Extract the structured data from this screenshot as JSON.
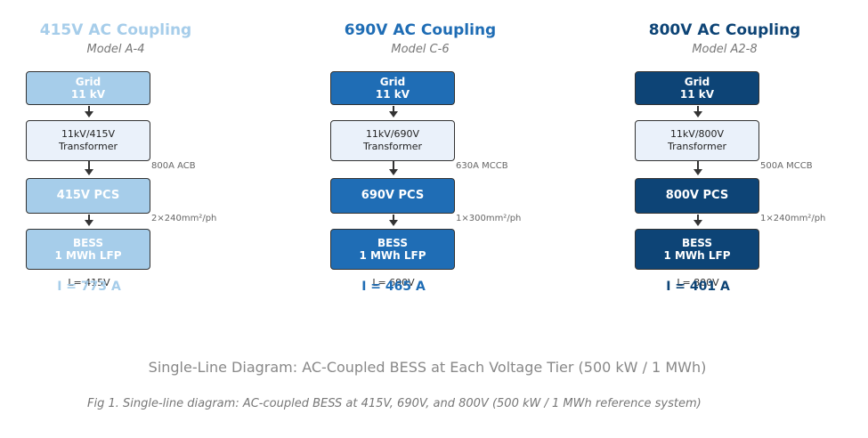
{
  "columns": [
    {
      "title": "415V AC Coupling",
      "model": "Model A-4",
      "color": "#a6cdea",
      "text_color": "#ffffff",
      "grid": {
        "line1": "Grid",
        "line2": "11 kV"
      },
      "transformer": {
        "line1": "11kV/415V",
        "line2": "Transformer"
      },
      "breaker": "800A ACB",
      "pcs": "415V PCS",
      "cable": "2×240mm²/ph",
      "bess": {
        "line1": "BESS",
        "line2": "1 MWh LFP"
      },
      "current": "I = 773 A",
      "voltage": "L= 415V"
    },
    {
      "title": "690V AC Coupling",
      "model": "Model C-6",
      "color": "#1f6db5",
      "text_color": "#ffffff",
      "grid": {
        "line1": "Grid",
        "line2": "11 kV"
      },
      "transformer": {
        "line1": "11kV/690V",
        "line2": "Transformer"
      },
      "breaker": "630A MCCB",
      "pcs": "690V PCS",
      "cable": "1×300mm²/ph",
      "bess": {
        "line1": "BESS",
        "line2": "1 MWh LFP"
      },
      "current": "I = 465 A",
      "voltage": "L= 690V"
    },
    {
      "title": "800V AC Coupling",
      "model": "Model A2-8",
      "color": "#0d4476",
      "text_color": "#ffffff",
      "grid": {
        "line1": "Grid",
        "line2": "11 kV"
      },
      "transformer": {
        "line1": "11kV/800V",
        "line2": "Transformer"
      },
      "breaker": "500A MCCB",
      "pcs": "800V PCS",
      "cable": "1×240mm²/ph",
      "bess": {
        "line1": "BESS",
        "line2": "1 MWh LFP"
      },
      "current": "I = 401 A",
      "voltage": "L= 800V"
    }
  ],
  "main_title": "Single-Line Diagram: AC-Coupled BESS at Each Voltage Tier  (500 kW / 1 MWh)",
  "caption": "Fig 1. Single-line diagram: AC-coupled BESS at 415V, 690V, and 800V (500 kW / 1 MWh reference system)"
}
